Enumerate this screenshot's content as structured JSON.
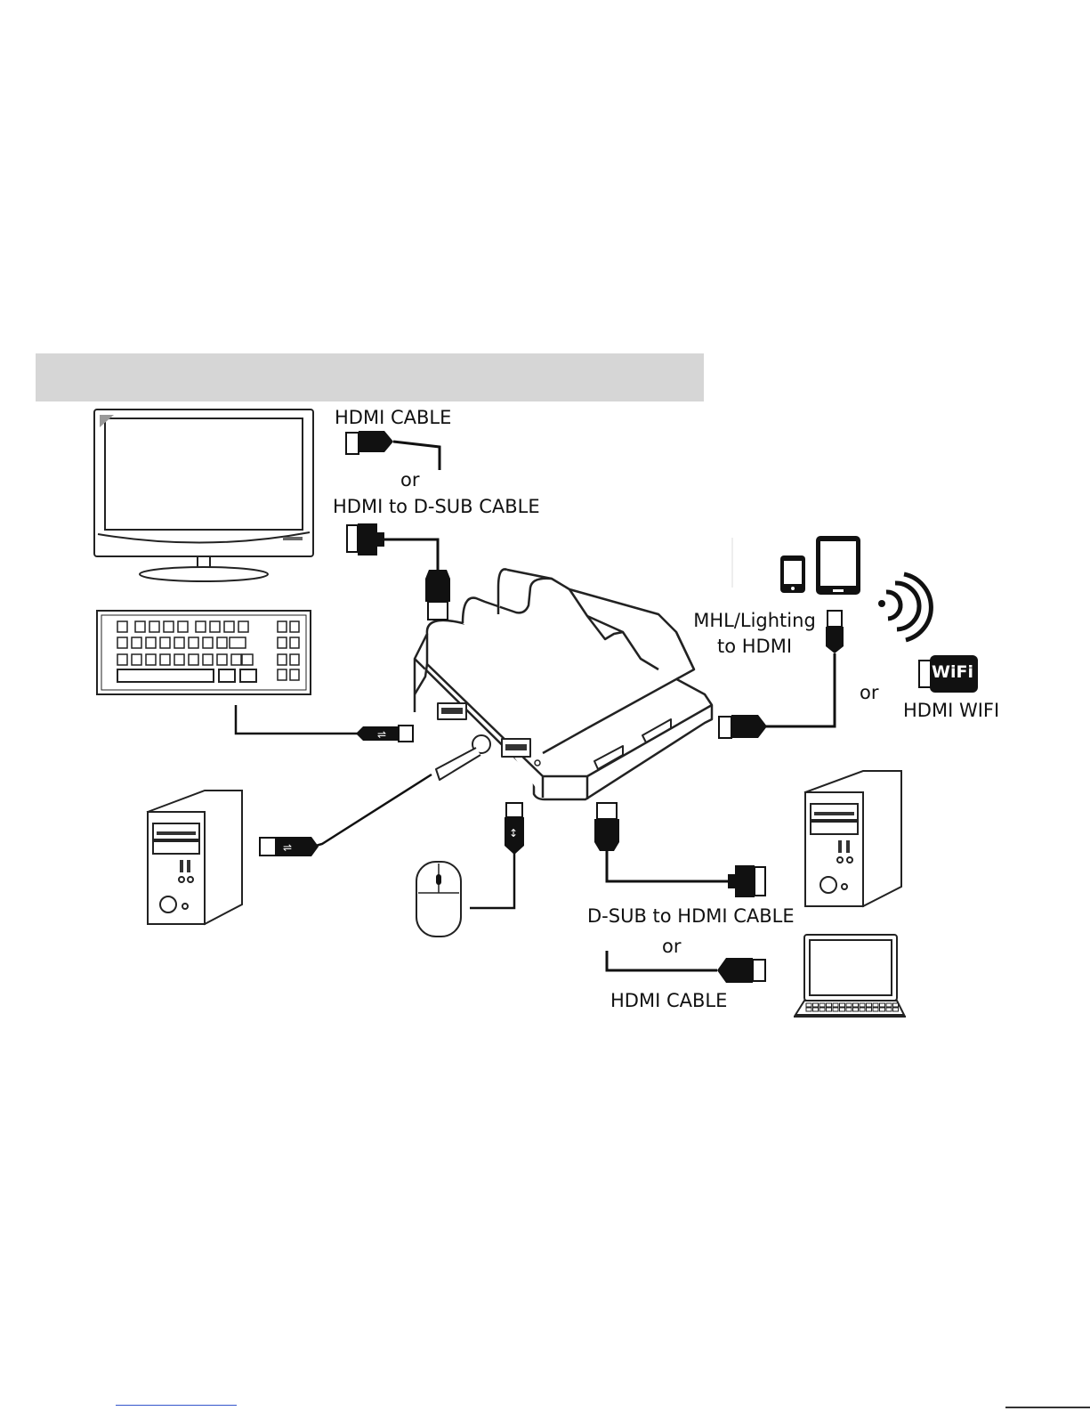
{
  "labels": {
    "hdmi_cable_top": "HDMI CABLE",
    "or_top": "or",
    "hdmi_to_dsub": "HDMI to D-SUB CABLE",
    "mhl_line1": "MHL/Lighting",
    "mhl_line2": "to HDMI",
    "or_right": "or",
    "hdmi_wifi": "HDMI WIFI",
    "wifi_badge": "WiFi",
    "dsub_to_hdmi": "D-SUB to HDMI CABLE",
    "or_bottom": "or",
    "hdmi_cable_bottom": "HDMI CABLE"
  },
  "icons": [
    "monitor-icon",
    "keyboard-icon",
    "desktop-pc-icon",
    "mouse-icon",
    "phone-icon",
    "tablet-icon",
    "wifi-signal-icon",
    "docking-station-icon",
    "laptop-icon",
    "hdmi-connector-icon",
    "dsub-connector-icon",
    "usb-connector-icon"
  ],
  "colors": {
    "header_bar": "#d6d6d6",
    "line": "#111111"
  }
}
